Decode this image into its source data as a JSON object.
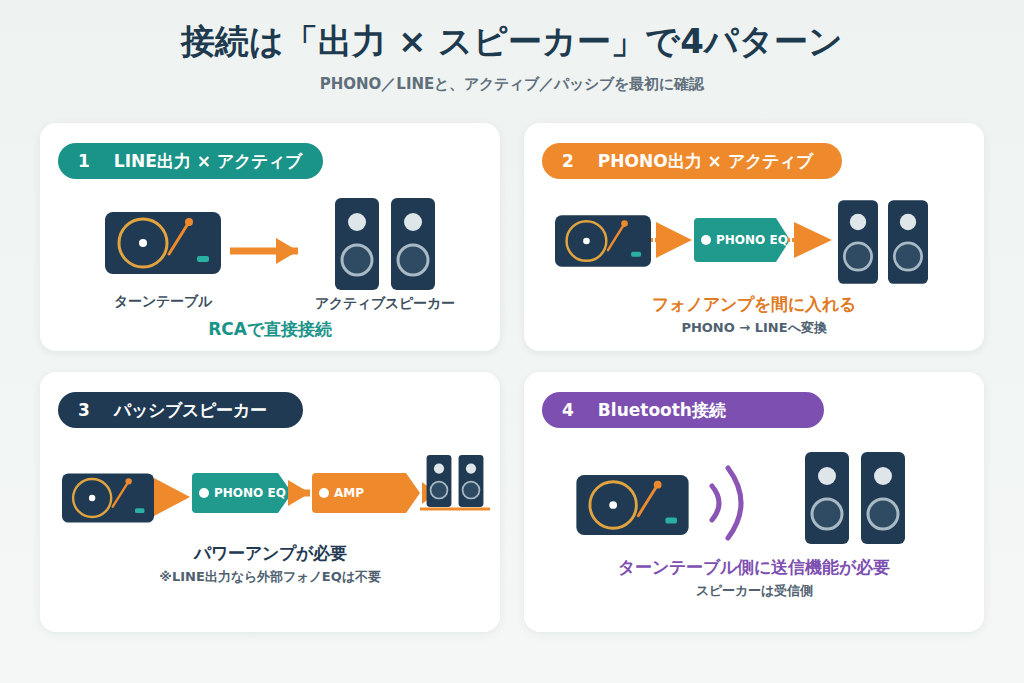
{
  "diagram": {
    "title": "接続は「出力 × スピーカー」で4パターン",
    "caption": "PHONO／LINEと、アクティブ／パッシブを最初に確認",
    "nodes": [
      {
        "text": [
          "RCAで直接接続"
        ]
      },
      {
        "text": [
          "1",
          "LINE出力 × アクティブ"
        ],
        "in": 0
      },
      {
        "text": [
          "ターンテーブル"
        ],
        "in": 0
      },
      {
        "text": [
          "アクティブスピーカー"
        ],
        "in": 0
      },
      {
        "text": [
          "フォノアンプを間に入れる",
          "PHONO → LINEへ変換"
        ]
      },
      {
        "text": [
          "2",
          "PHONO出力 × アクティブ"
        ],
        "in": 4
      },
      {
        "text": [
          "PHONO EQ"
        ],
        "in": 4
      },
      {
        "text": [
          "パワーアンプが必要",
          "※LINE出力なら外部フォノEQは不要"
        ]
      },
      {
        "text": [
          "3",
          "パッシブスピーカー"
        ],
        "in": 7
      },
      {
        "text": [
          "PHONO EQ"
        ],
        "in": 7
      },
      {
        "text": [
          "AMP"
        ],
        "in": 7
      },
      {
        "text": [
          "ターンテーブル側に送信機能が必要",
          "スピーカーは受信側"
        ]
      },
      {
        "text": [
          "4",
          "Bluetooth接続"
        ],
        "in": 11
      }
    ],
    "edges": [
      {
        "from": 2,
        "to": 3,
        "arrow": "to"
      },
      {
        "from": 9,
        "to": 10,
        "arrow": "to"
      }
    ]
  }
}
